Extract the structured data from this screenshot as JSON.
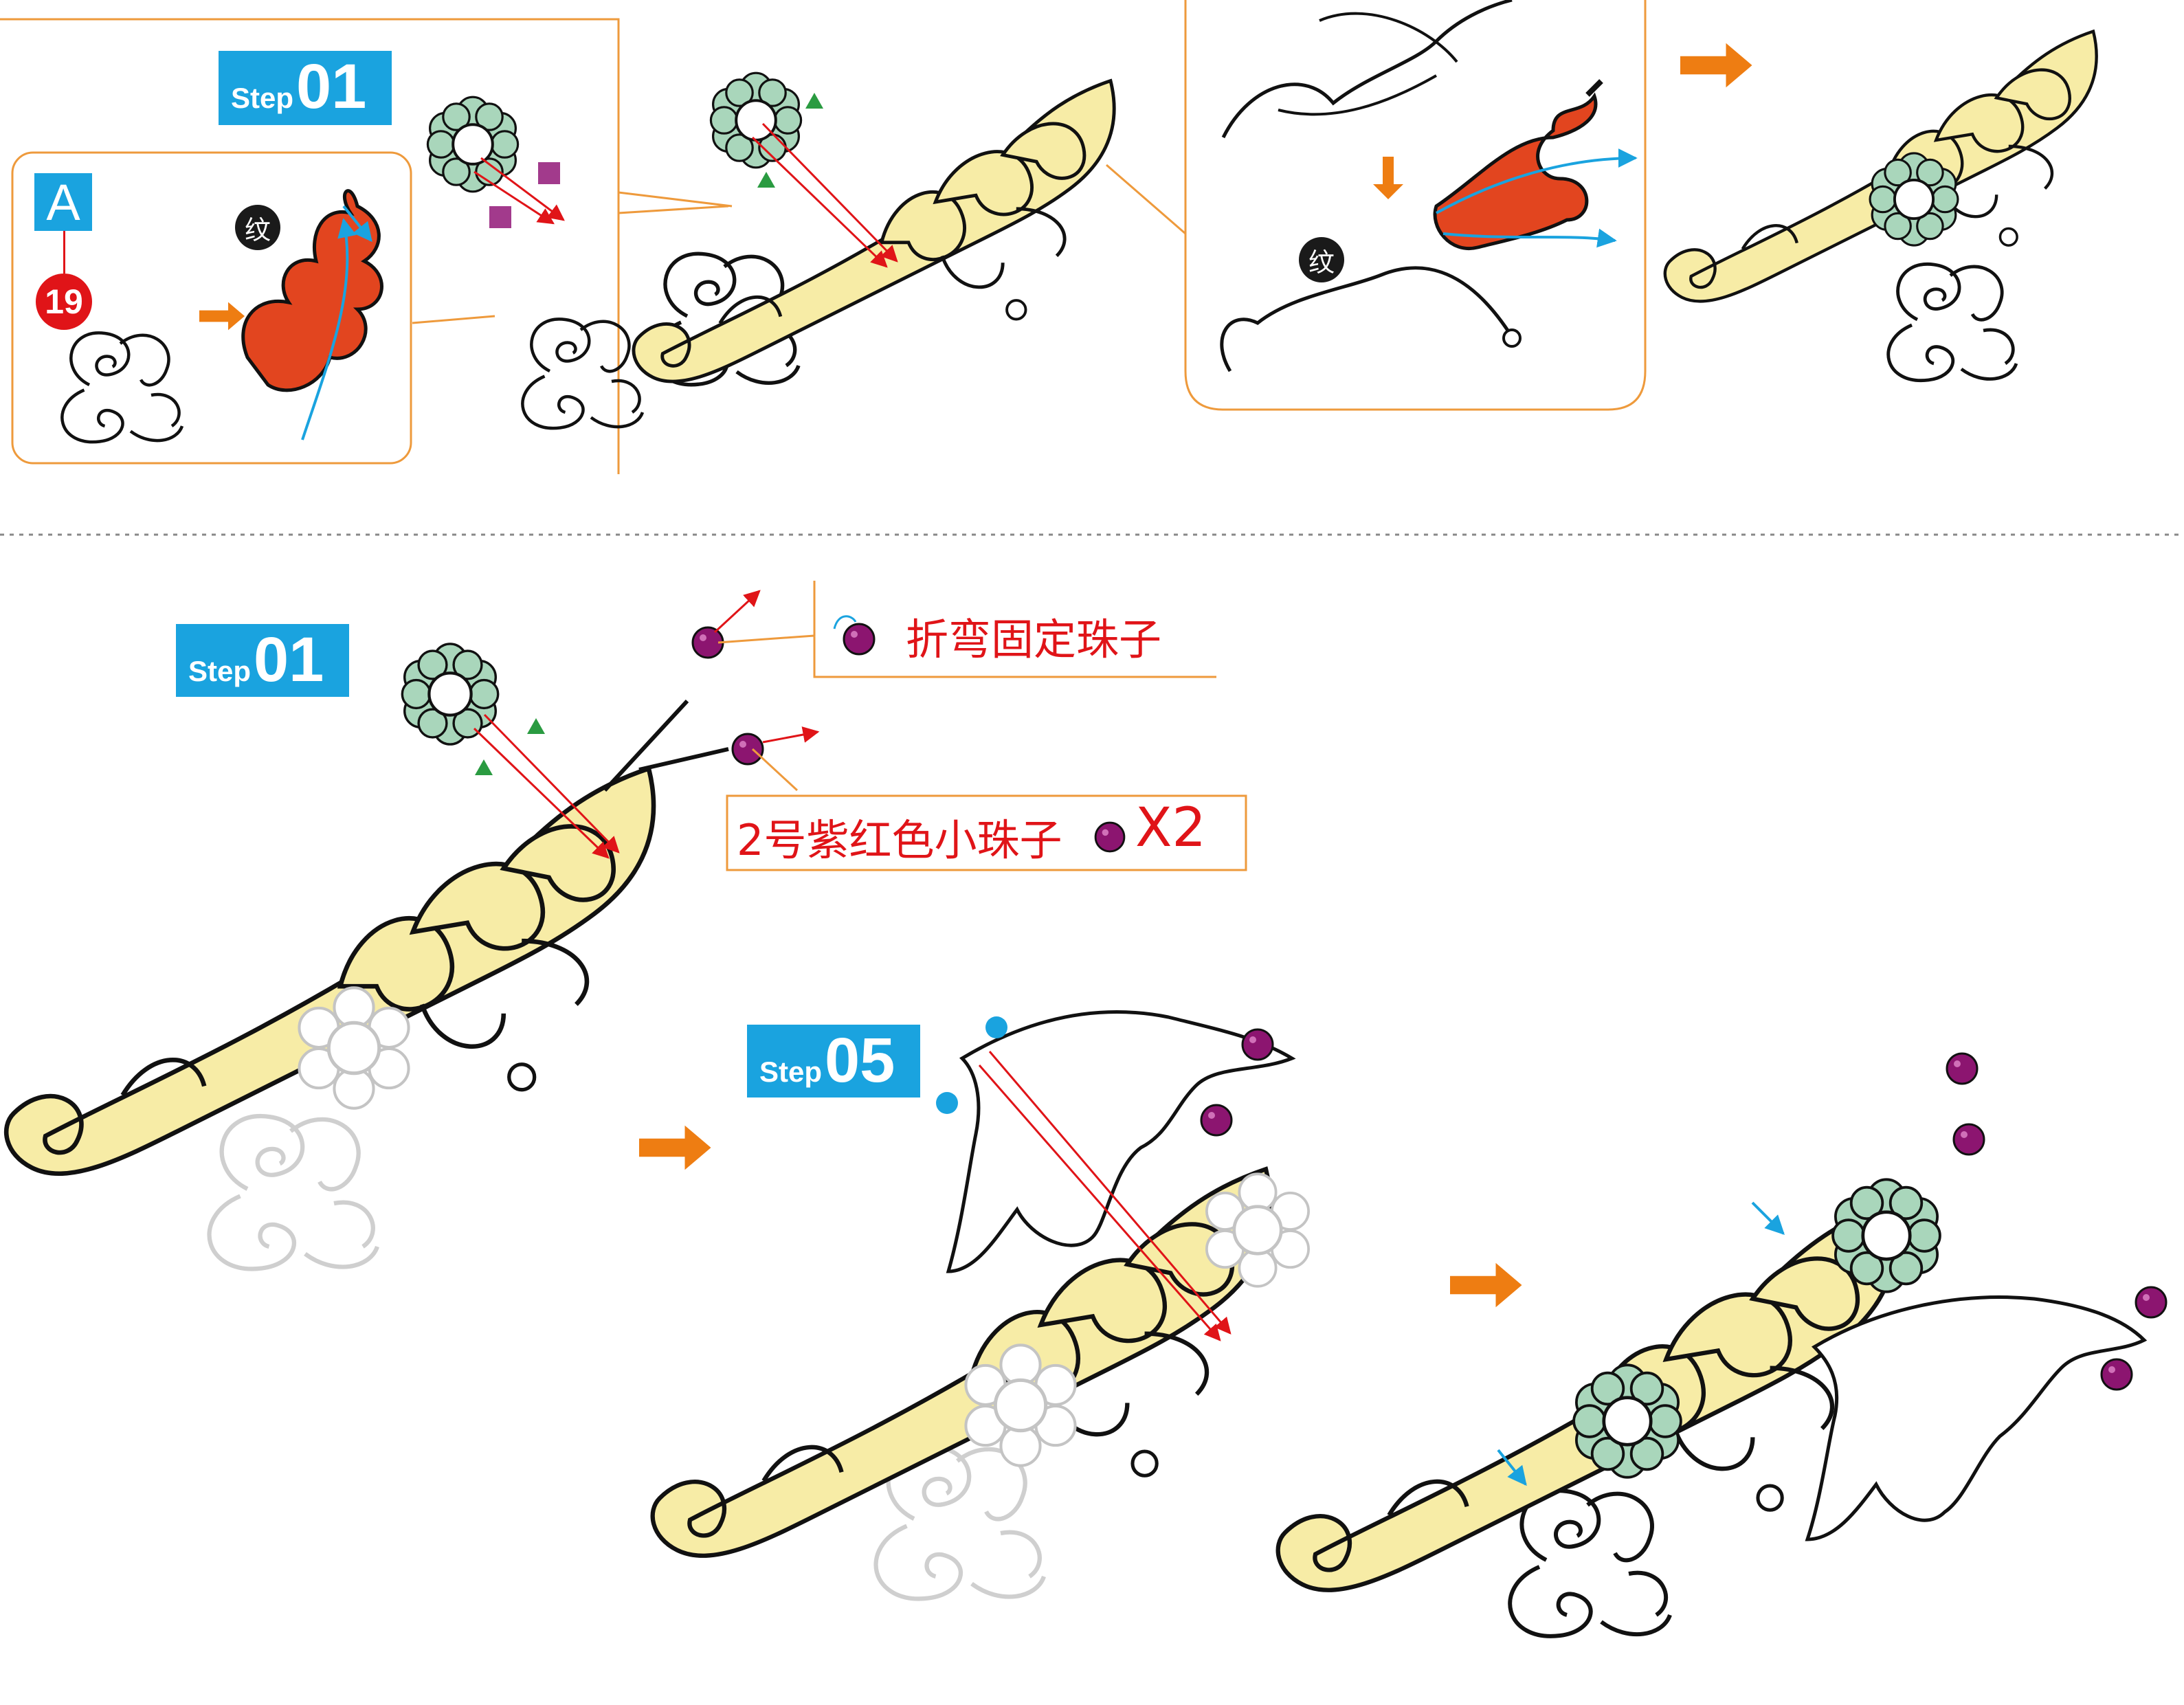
{
  "steps": {
    "step_word": "Step",
    "top_step_number": "01",
    "middle_step_number": "01",
    "bottom_step_number": "05"
  },
  "inset": {
    "letter": "A",
    "number": "19"
  },
  "wen_label": "纹",
  "annotations": {
    "bend_fix_bead": "折弯固定珠子",
    "bead_spec": "2号紫红色小珠子",
    "bead_count": "X2"
  },
  "colors": {
    "gold": "#f7eca6",
    "flower": "#a9d6bb",
    "red": "#e2451f",
    "bead": "#8c1570",
    "arrow": "#ee7d12",
    "badge": "#1aa3df",
    "green_mark": "#2a9b41",
    "square_mark": "#a23a8c"
  }
}
